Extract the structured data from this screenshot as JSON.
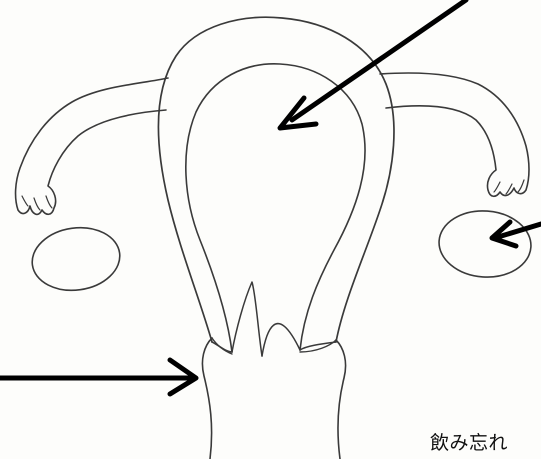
{
  "caption": {
    "text": "飲み忘れ"
  },
  "colors": {
    "line": "#3a3a3a",
    "arrow": "#000000",
    "paper": "#fdfdfb"
  },
  "icons": {
    "arrows": [
      "arrow-to-uterine-cavity",
      "arrow-to-ovary",
      "arrow-to-cervix"
    ]
  }
}
